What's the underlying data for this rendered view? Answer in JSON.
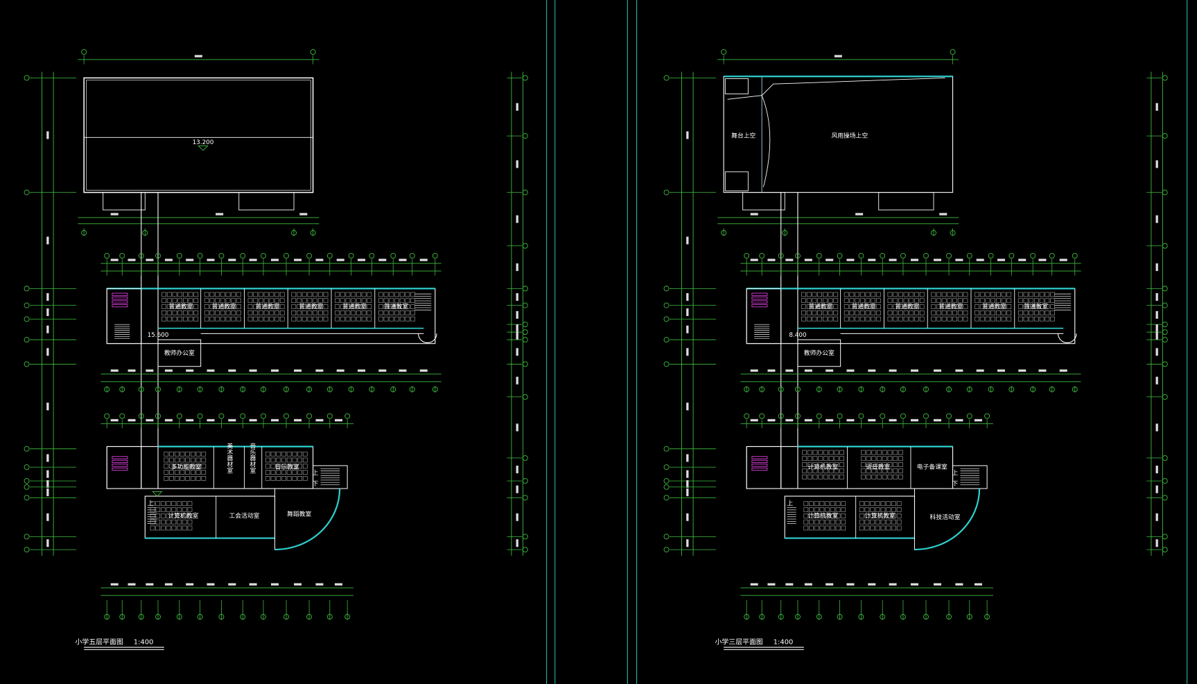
{
  "colors": {
    "background": "#000000",
    "axis": "#3fbf3f",
    "wall": "#ffffff",
    "window": "#2fd0d0",
    "furniture": "#9a9a9a",
    "toilet": "#e040e0",
    "viewport": "#28b8a8"
  },
  "plans": [
    {
      "title": "小学五层平面图",
      "scale": "1:400",
      "roof_elevation": "13.200",
      "floor_elevation": "15.600",
      "classrooms": [
        "普通教室",
        "普通教室",
        "普通教室",
        "普通教室",
        "普通教室",
        "普通教室"
      ],
      "office": "教师办公室",
      "lower_rooms": [
        "多功能教室",
        "美术器材室",
        "音乐器材室",
        "音乐教室",
        "计算机教室",
        "工会活动室",
        "舞蹈教室"
      ],
      "stair_up": "上",
      "stair_down": "下"
    },
    {
      "title": "小学三层平面图",
      "scale": "1:400",
      "hall_labels": [
        "舞台上空",
        "风雨操场上空"
      ],
      "floor_elevation": "8.400",
      "classrooms": [
        "普通教室",
        "普通教室",
        "普通教室",
        "普通教室",
        "普通教室",
        "普通教室"
      ],
      "office": "教师办公室",
      "lower_rooms": [
        "计算机教室",
        "语音教室",
        "电子备课室",
        "计算机教室",
        "计算机教室",
        "科技活动室"
      ],
      "stair_up": "上",
      "stair_down": "下"
    }
  ]
}
